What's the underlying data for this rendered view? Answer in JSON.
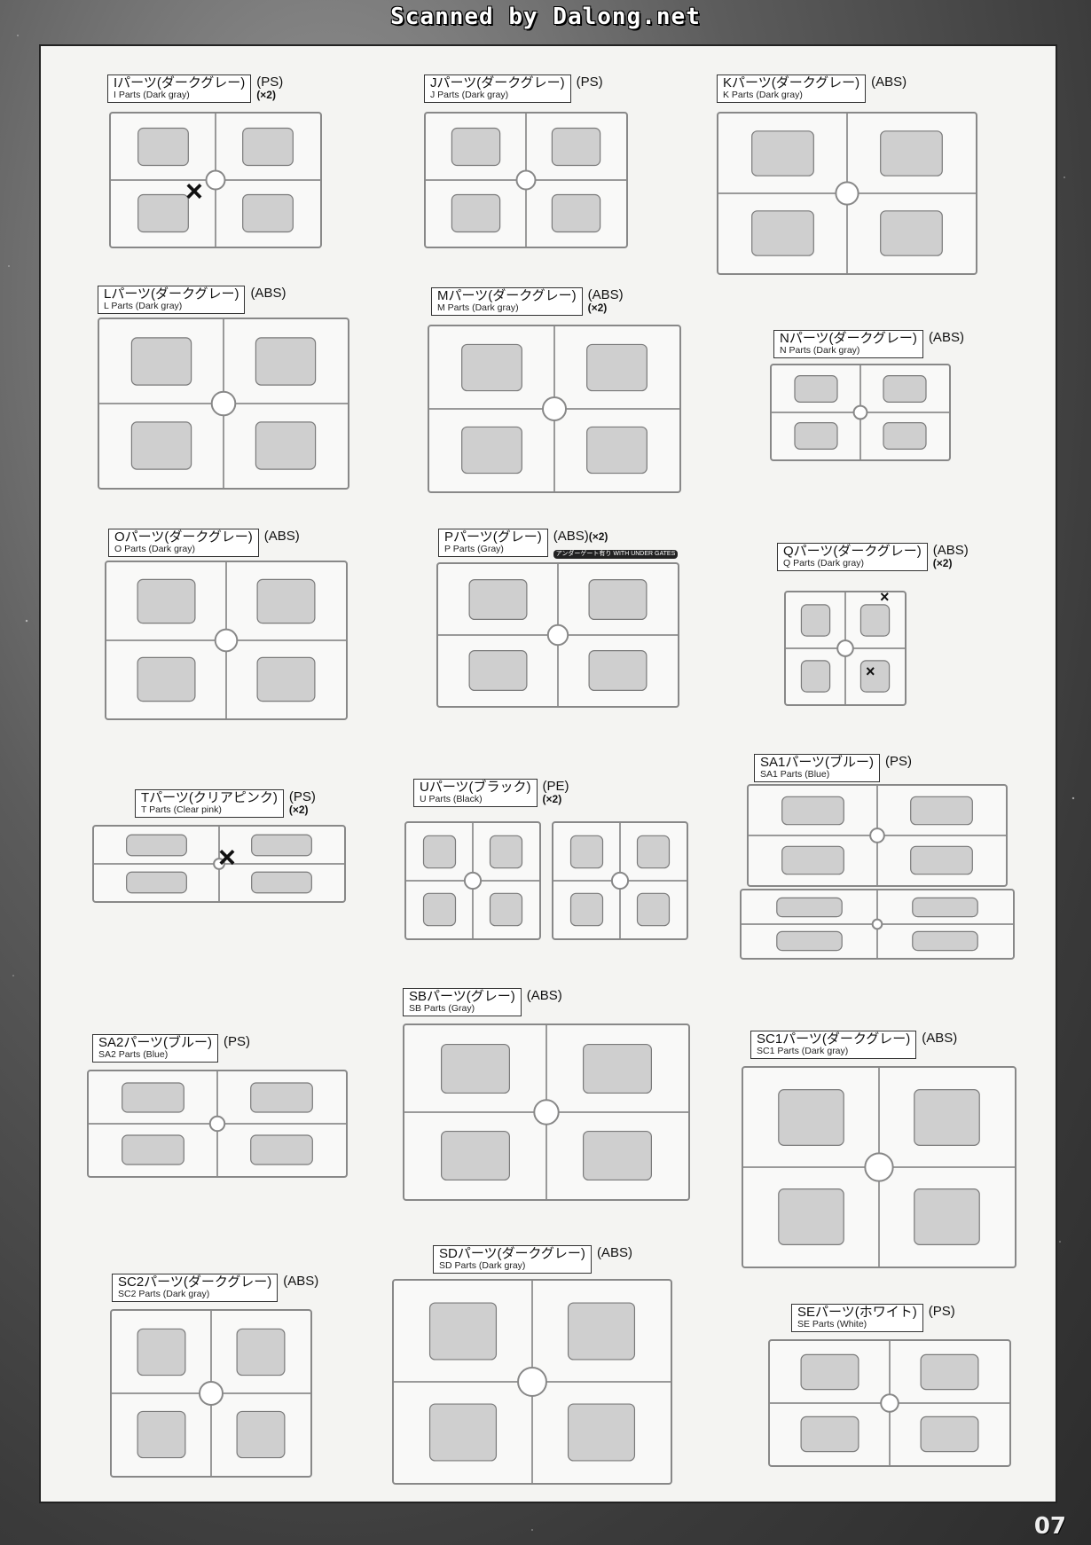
{
  "header": {
    "scan_credit": "Scanned by Dalong.net"
  },
  "page_number": "07",
  "panels": [
    {
      "id": "I",
      "jp": "Iパーツ(ダークグレー)",
      "en": "I Parts (Dark gray)",
      "material": "(PS)",
      "qty": "(×2)",
      "badge": ""
    },
    {
      "id": "J",
      "jp": "Jパーツ(ダークグレー)",
      "en": "J Parts (Dark gray)",
      "material": "(PS)",
      "qty": "",
      "badge": ""
    },
    {
      "id": "K",
      "jp": "Kパーツ(ダークグレー)",
      "en": "K Parts (Dark gray)",
      "material": "(ABS)",
      "qty": "",
      "badge": ""
    },
    {
      "id": "L",
      "jp": "Lパーツ(ダークグレー)",
      "en": "L Parts (Dark gray)",
      "material": "(ABS)",
      "qty": "",
      "badge": ""
    },
    {
      "id": "M",
      "jp": "Mパーツ(ダークグレー)",
      "en": "M Parts (Dark gray)",
      "material": "(ABS)",
      "qty": "(×2)",
      "badge": ""
    },
    {
      "id": "N",
      "jp": "Nパーツ(ダークグレー)",
      "en": "N Parts (Dark gray)",
      "material": "(ABS)",
      "qty": "",
      "badge": ""
    },
    {
      "id": "O",
      "jp": "Oパーツ(ダークグレー)",
      "en": "O Parts (Dark gray)",
      "material": "(ABS)",
      "qty": "",
      "badge": ""
    },
    {
      "id": "P",
      "jp": "Pパーツ(グレー)",
      "en": "P Parts (Gray)",
      "material": "(ABS)",
      "qty": "(×2)",
      "badge": "アンダーゲート有り WITH UNDER GATES"
    },
    {
      "id": "Q",
      "jp": "Qパーツ(ダークグレー)",
      "en": "Q Parts (Dark gray)",
      "material": "(ABS)",
      "qty": "(×2)",
      "badge": ""
    },
    {
      "id": "T",
      "jp": "Tパーツ(クリアピンク)",
      "en": "T Parts (Clear pink)",
      "material": "(PS)",
      "qty": "(×2)",
      "badge": ""
    },
    {
      "id": "U",
      "jp": "Uパーツ(ブラック)",
      "en": "U Parts (Black)",
      "material": "(PE)",
      "qty": "(×2)",
      "badge": ""
    },
    {
      "id": "SA1",
      "jp": "SA1パーツ(ブルー)",
      "en": "SA1 Parts (Blue)",
      "material": "(PS)",
      "qty": "",
      "badge": ""
    },
    {
      "id": "SA2",
      "jp": "SA2パーツ(ブルー)",
      "en": "SA2 Parts (Blue)",
      "material": "(PS)",
      "qty": "",
      "badge": ""
    },
    {
      "id": "SB",
      "jp": "SBパーツ(グレー)",
      "en": "SB Parts (Gray)",
      "material": "(ABS)",
      "qty": "",
      "badge": ""
    },
    {
      "id": "SC1",
      "jp": "SC1パーツ(ダークグレー)",
      "en": "SC1 Parts (Dark gray)",
      "material": "(ABS)",
      "qty": "",
      "badge": ""
    },
    {
      "id": "SC2",
      "jp": "SC2パーツ(ダークグレー)",
      "en": "SC2 Parts (Dark gray)",
      "material": "(ABS)",
      "qty": "",
      "badge": ""
    },
    {
      "id": "SD",
      "jp": "SDパーツ(ダークグレー)",
      "en": "SD Parts (Dark gray)",
      "material": "(ABS)",
      "qty": "",
      "badge": ""
    },
    {
      "id": "SE",
      "jp": "SEパーツ(ホワイト)",
      "en": "SE Parts (White)",
      "material": "(PS)",
      "qty": "",
      "badge": ""
    }
  ],
  "unused_mark": "×"
}
